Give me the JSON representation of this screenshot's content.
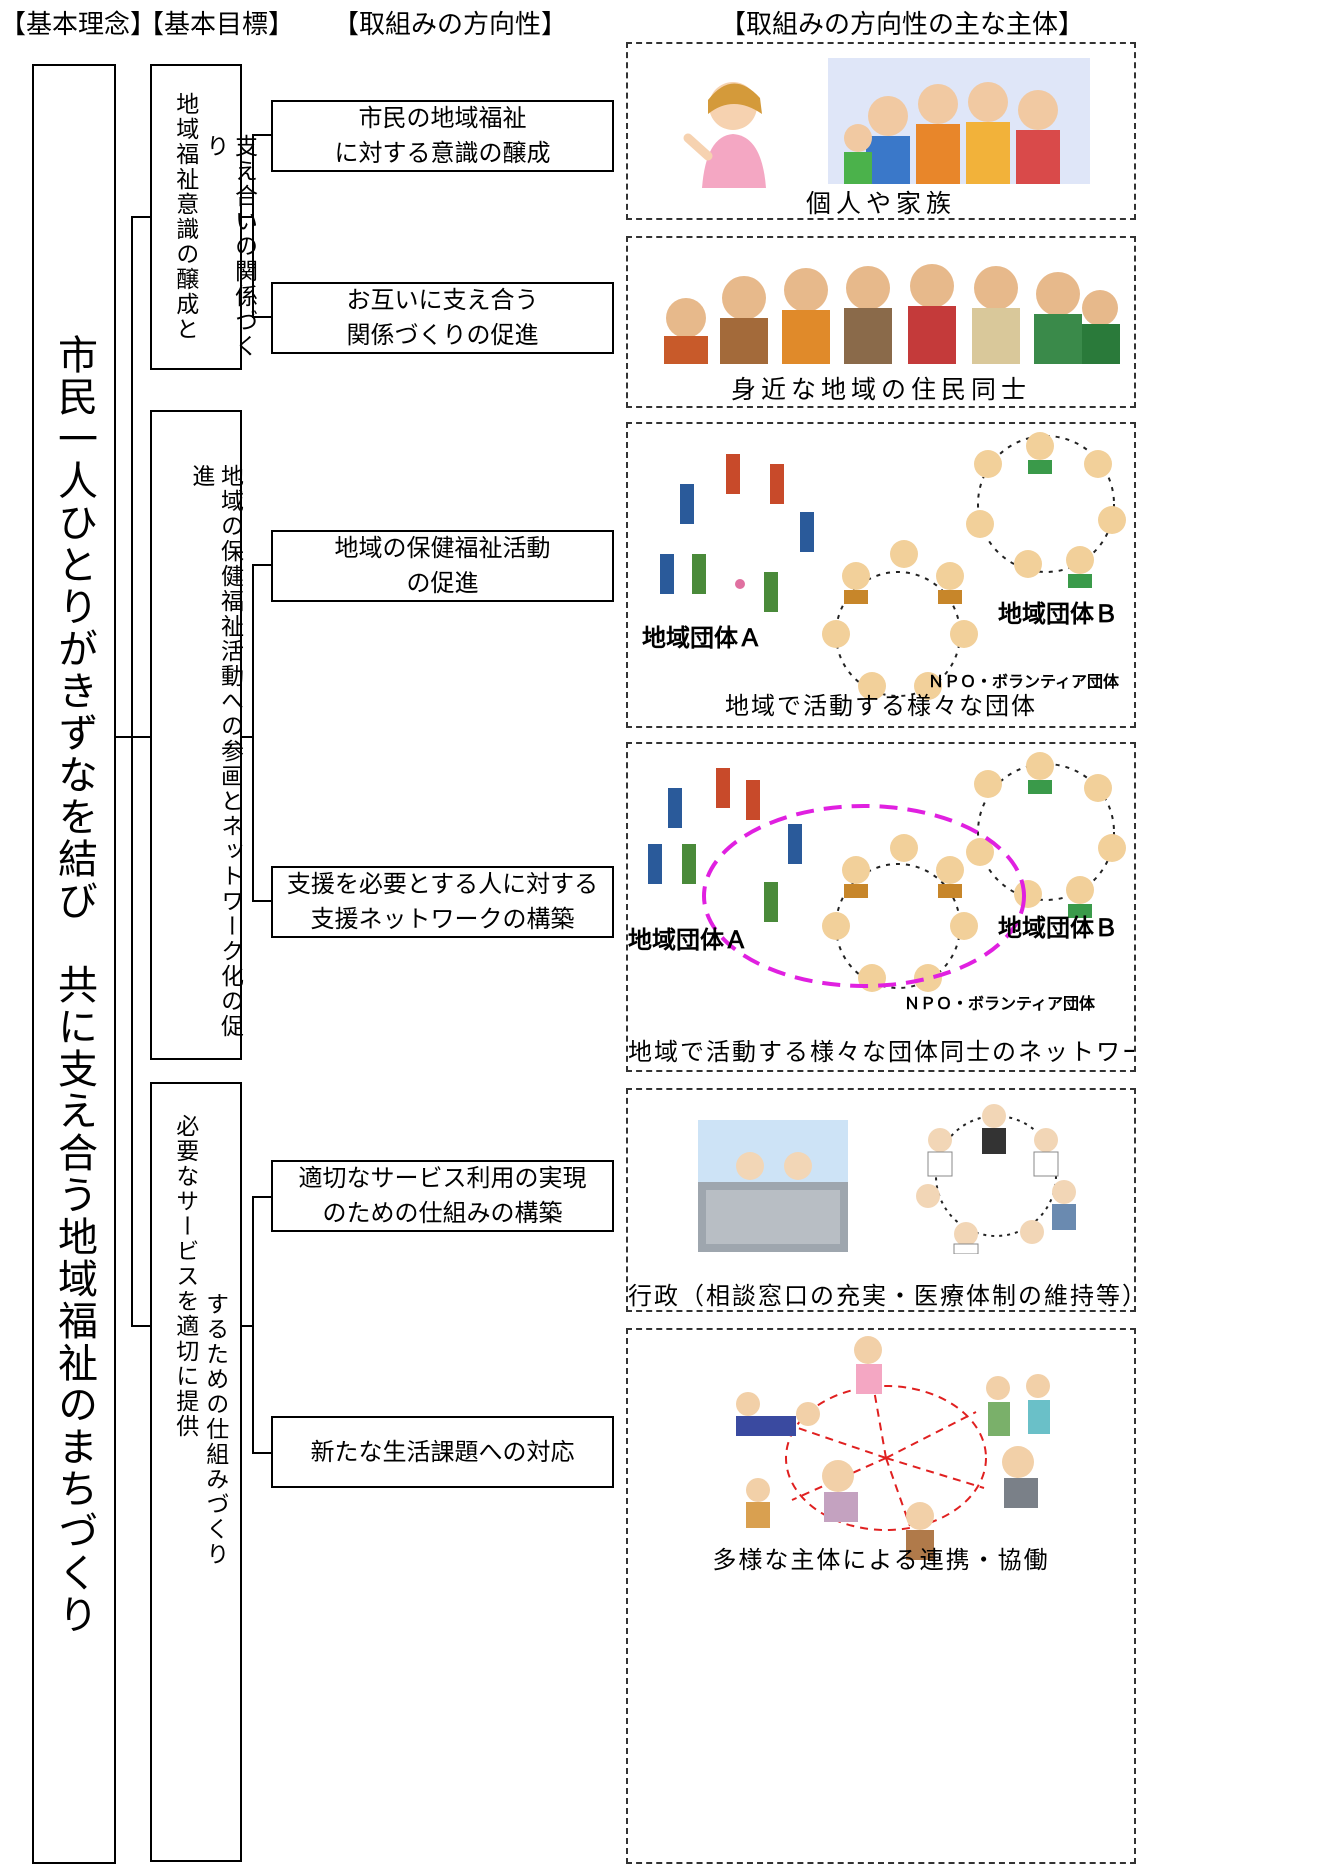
{
  "headers": {
    "philosophy": "【基本理念】",
    "goals": "【基本目標】",
    "directions": "【取組みの方向性】",
    "actors": "【取組みの方向性の主な主体】"
  },
  "philosophy": "市民一人ひとりがきずなを結び　共に支え合う地域福祉のまちづくり",
  "goals": [
    {
      "line1": "地域福祉意識の醸成と",
      "line2": "支え合いの関係づくり"
    },
    {
      "line1": "地域の保健福祉活動への参画とネットワーク化の促進",
      "line2": ""
    },
    {
      "line1": "必要なサービスを適切に提供",
      "line2": "するための仕組みづくり"
    }
  ],
  "directions": [
    {
      "line1": "市民の地域福祉",
      "line2": "に対する意識の醸成"
    },
    {
      "line1": "お互いに支え合う",
      "line2": "関係づくりの促進"
    },
    {
      "line1": "地域の保健福祉活動",
      "line2": "の促進"
    },
    {
      "line1": "支援を必要とする人に対する",
      "line2": "支援ネットワークの構築"
    },
    {
      "line1": "適切なサービス利用の実現",
      "line2": "のための仕組みの構築"
    },
    {
      "line1": "新たな生活課題への対応",
      "line2": ""
    }
  ],
  "actors": [
    {
      "caption": "個人や家族"
    },
    {
      "caption": "身近な地域の住民同士"
    },
    {
      "caption": "地域で活動する様々な団体",
      "group_a": "地域団体Ａ",
      "group_b": "地域団体Ｂ",
      "npo": "ＮＰＯ・ボランティア団体"
    },
    {
      "caption": "地域で活動する様々な団体同士のネットワーク",
      "group_a": "地域団体Ａ",
      "group_b": "地域団体Ｂ",
      "npo": "ＮＰＯ・ボランティア団体"
    },
    {
      "caption": "行政（相談窓口の充実・医療体制の維持等）"
    },
    {
      "caption": "多様な主体による連携・協働"
    }
  ],
  "colors": {
    "network_ellipse": "#e020e0",
    "collaboration_lines": "#e02020"
  }
}
